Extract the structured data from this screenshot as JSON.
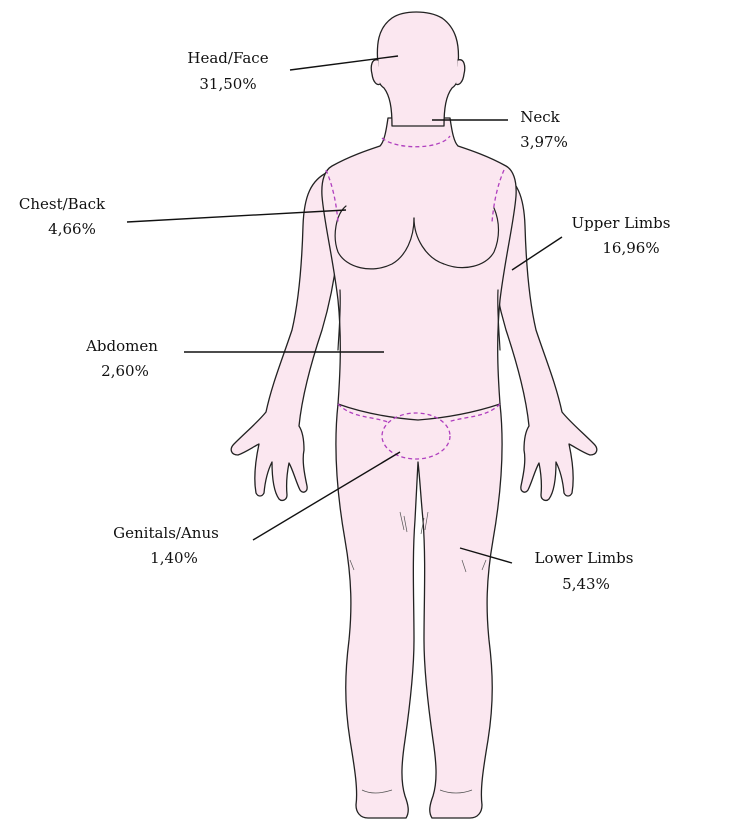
{
  "colors": {
    "body_fill": "#fbe7f0",
    "zone_dash": "#b03fbf"
  },
  "regions": [
    {
      "id": "head-face",
      "name": "Head/Face",
      "percent": "31,50%"
    },
    {
      "id": "neck",
      "name": "Neck",
      "percent": "3,97%"
    },
    {
      "id": "chest-back",
      "name": "Chest/Back",
      "percent": "4,66%"
    },
    {
      "id": "upper-limbs",
      "name": "Upper Limbs",
      "percent": "16,96%"
    },
    {
      "id": "abdomen",
      "name": "Abdomen",
      "percent": "2,60%"
    },
    {
      "id": "genitals-anus",
      "name": "Genitals/Anus",
      "percent": "1,40%"
    },
    {
      "id": "lower-limbs",
      "name": "Lower Limbs",
      "percent": "5,43%"
    }
  ]
}
